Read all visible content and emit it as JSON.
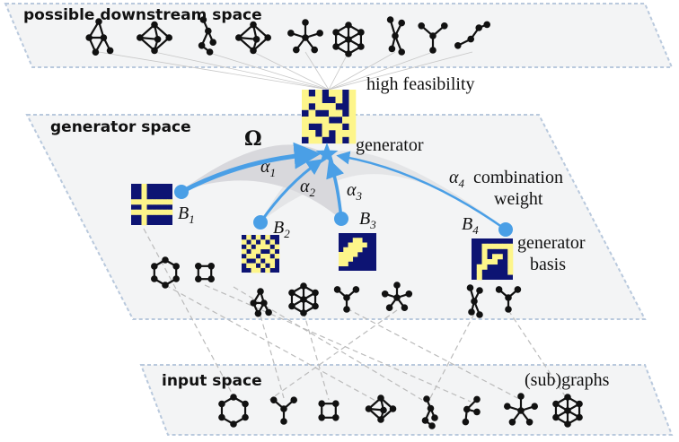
{
  "spaces": {
    "downstream": "possible downstream space",
    "generator": "generator space",
    "input": "input space"
  },
  "labels": {
    "high_feasibility": "high feasibility",
    "generator": "generator",
    "omega": "Ω",
    "combination_weight_1": "combination",
    "combination_weight_2": "weight",
    "generator_basis_1": "generator",
    "generator_basis_2": "basis",
    "subgraphs": "(sub)graphs"
  },
  "alphas": [
    {
      "sym": "α",
      "sub": "1"
    },
    {
      "sym": "α",
      "sub": "2"
    },
    {
      "sym": "α",
      "sub": "3"
    },
    {
      "sym": "α",
      "sub": "4"
    }
  ],
  "bases": [
    {
      "sym": "B",
      "sub": "1"
    },
    {
      "sym": "B",
      "sub": "2"
    },
    {
      "sym": "B",
      "sub": "3"
    },
    {
      "sym": "B",
      "sub": "4"
    }
  ],
  "colors": {
    "navy": "#0d1473",
    "yellow": "#fdf58a",
    "arrow": "#4a9fe6",
    "plane_fill": "#f3f4f5",
    "plane_border": "#b9c9dd",
    "dashed": "#bbbbbb"
  }
}
